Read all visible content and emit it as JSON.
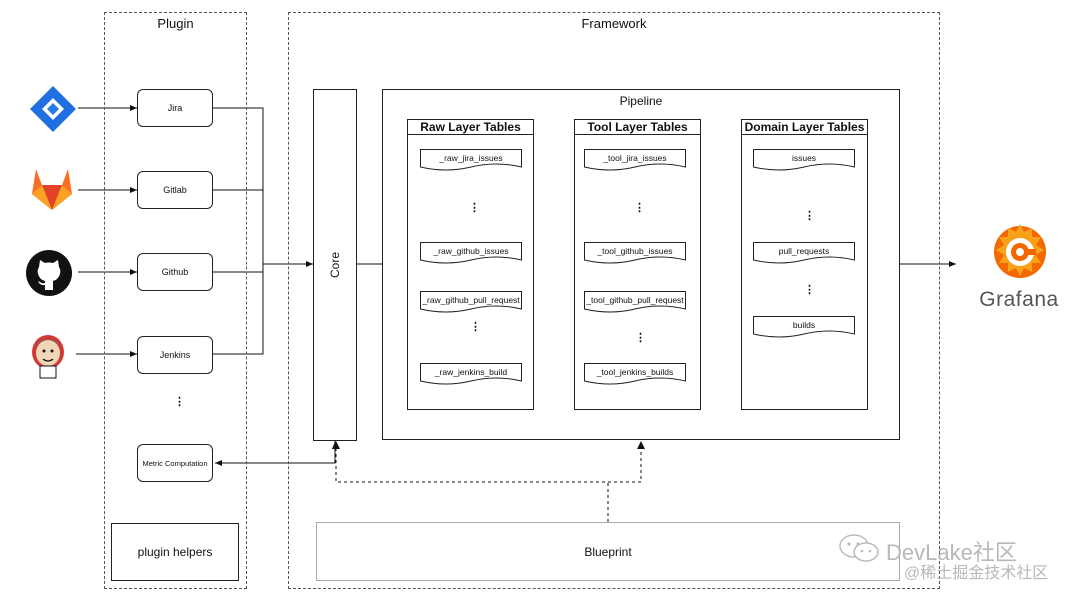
{
  "plugin": {
    "title": "Plugin",
    "items": [
      "Jira",
      "Gitlab",
      "Github",
      "Jenkins"
    ],
    "ellipsis": "⋮",
    "metric": "Metric Computation",
    "helpers": "plugin helpers"
  },
  "framework": {
    "title": "Framework",
    "core": "Core",
    "pipeline": "Pipeline",
    "blueprint": "Blueprint"
  },
  "raw": {
    "title": "Raw Layer Tables",
    "tables": [
      "_raw_jira_issues",
      "_raw_github_issues",
      "_raw_github_pull_request",
      "_raw_jenkins_build"
    ]
  },
  "tool": {
    "title": "Tool Layer  Tables",
    "tables": [
      "_tool_jira_issues",
      "_tool_github_issues",
      "_tool_github_pull_request",
      "_tool_jenkins_builds"
    ]
  },
  "domain": {
    "title": "Domain  Layer Tables",
    "tables": [
      "issues",
      "pull_requests",
      "builds"
    ]
  },
  "grafana": {
    "label": "Grafana",
    "color": "#f46800"
  },
  "icons": {
    "jira": "jira-logo-icon",
    "gitlab": "gitlab-logo-icon",
    "github": "github-logo-icon",
    "jenkins": "jenkins-logo-icon",
    "grafana": "grafana-logo-icon"
  },
  "watermark": {
    "line1": "DevLake社区",
    "line2": "@稀土掘金技术社区"
  }
}
